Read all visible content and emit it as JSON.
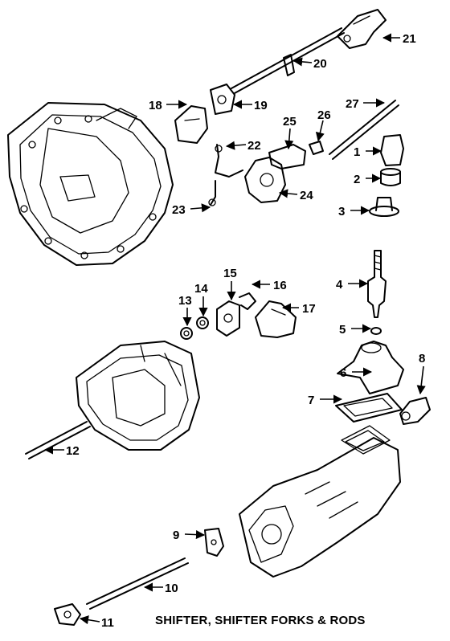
{
  "title": "SHIFTER, SHIFTER FORKS & RODS",
  "callouts": [
    "1",
    "2",
    "3",
    "4",
    "5",
    "6",
    "7",
    "8",
    "9",
    "10",
    "11",
    "12",
    "13",
    "14",
    "15",
    "16",
    "17",
    "18",
    "19",
    "20",
    "21",
    "22",
    "23",
    "24",
    "25",
    "26",
    "27"
  ]
}
